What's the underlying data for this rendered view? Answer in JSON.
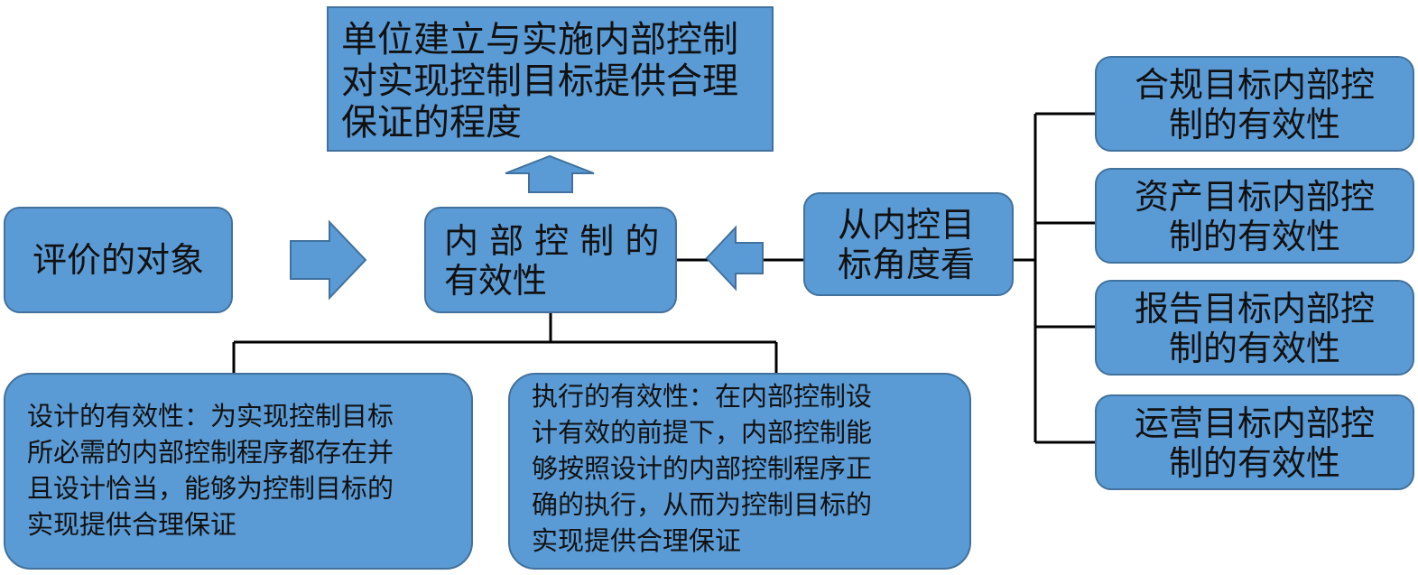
{
  "top_box": {
    "lines": [
      "单位建立与实施内部控制",
      "对实现控制目标提供合理",
      "保证的程度"
    ]
  },
  "object_box": {
    "label": "评价的对象"
  },
  "center_box": {
    "lines": [
      "内 部 控 制 的",
      "有效性"
    ]
  },
  "perspective_box": {
    "lines": [
      "从内控目",
      "标角度看"
    ]
  },
  "goals": [
    {
      "lines": [
        "合规目标内部控",
        "制的有效性"
      ]
    },
    {
      "lines": [
        "资产目标内部控",
        "制的有效性"
      ]
    },
    {
      "lines": [
        "报告目标内部控",
        "制的有效性"
      ]
    },
    {
      "lines": [
        "运营目标内部控",
        "制的有效性"
      ]
    }
  ],
  "design_box": {
    "lines": [
      "设计的有效性：为实现控制目标",
      "所必需的内部控制程序都存在并",
      "且设计恰当，能够为控制目标的",
      "实现提供合理保证"
    ]
  },
  "execution_box": {
    "lines": [
      "执行的有效性：在内部控制设",
      "计有效的前提下，内部控制能",
      "够按照设计的内部控制程序正",
      "确的执行，从而为控制目标的",
      "实现提供合理保证"
    ]
  },
  "colors": {
    "box_fill": "#5b9bd5",
    "box_border": "#41719c",
    "connector": "#000000"
  }
}
